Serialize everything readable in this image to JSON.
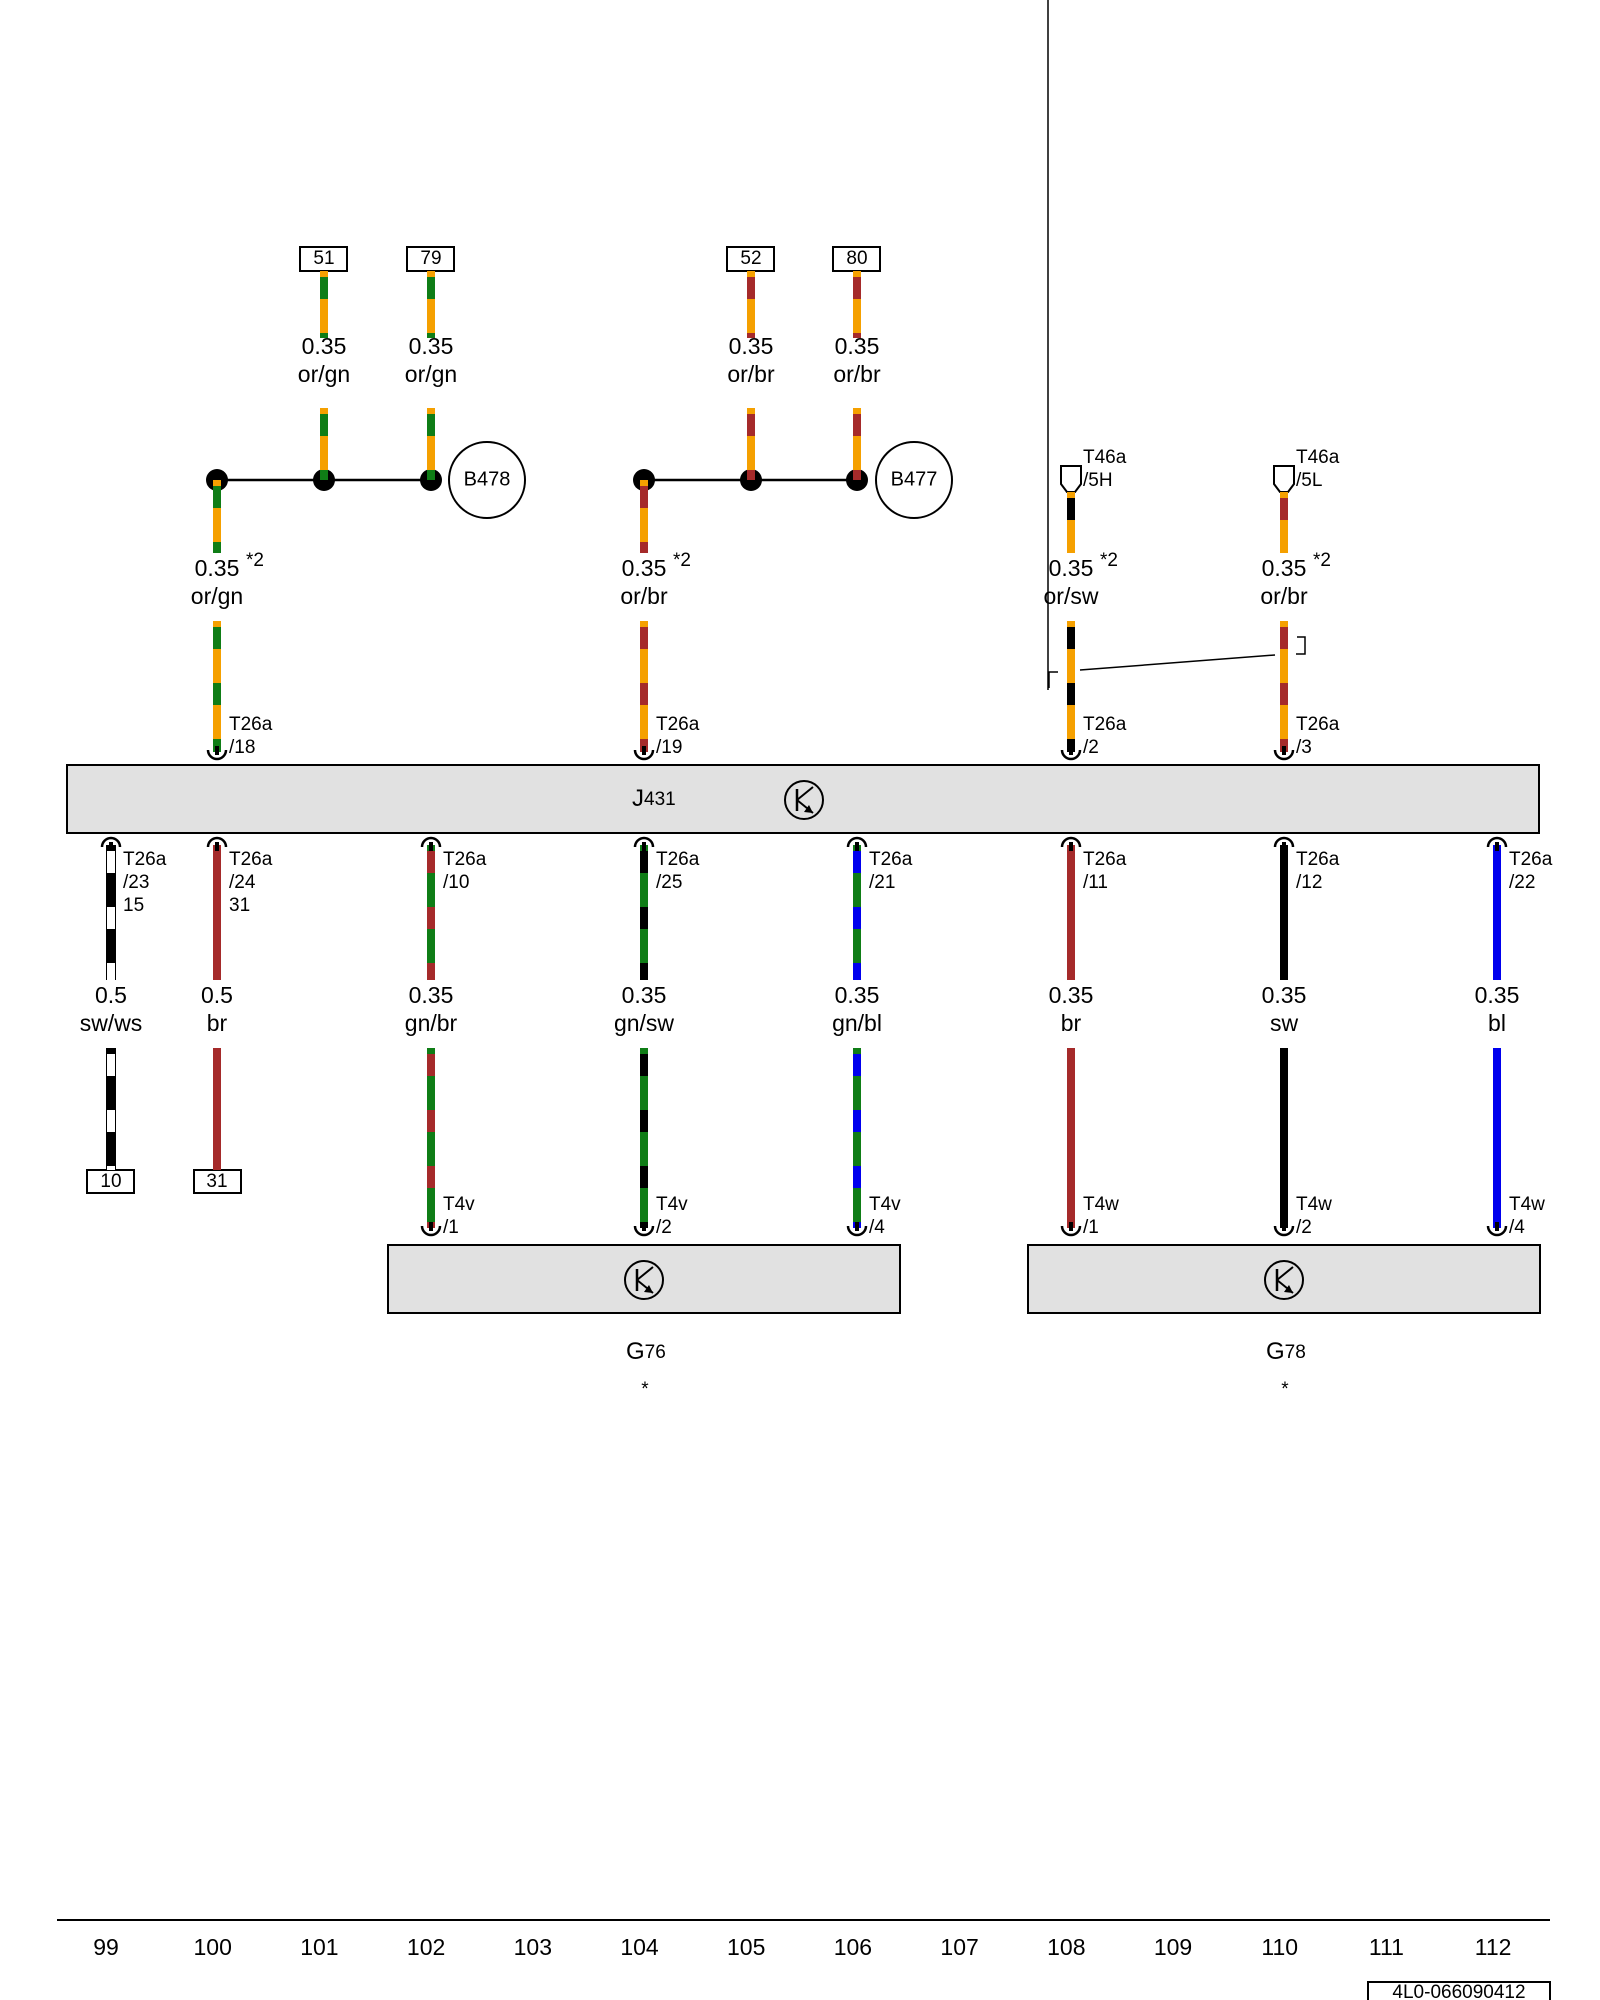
{
  "colors": {
    "or": "#f5a000",
    "gn": "#0f7d16",
    "br": "#a52a2a",
    "sw": "#000000",
    "bl": "#0000ee",
    "ws": "#ffffff",
    "module_fill": "#e1e1e1"
  },
  "modules": {
    "j431": {
      "label_main": "J",
      "label_sub": "431"
    },
    "g76": {
      "label_main": "G",
      "label_sub": "76",
      "note": "*"
    },
    "g78": {
      "label_main": "G",
      "label_sub": "78",
      "note": "*"
    }
  },
  "splices": [
    {
      "id": "b478",
      "label": "B478"
    },
    {
      "id": "b477",
      "label": "B477"
    }
  ],
  "top_refs": [
    {
      "box": "51",
      "size": "0.35",
      "color": "or/gn"
    },
    {
      "box": "79",
      "size": "0.35",
      "color": "or/gn"
    },
    {
      "box": "52",
      "size": "0.35",
      "color": "or/br"
    },
    {
      "box": "80",
      "size": "0.35",
      "color": "or/br"
    }
  ],
  "j431_inputs": [
    {
      "size": "0.35",
      "note": "*2",
      "color": "or/gn",
      "connector": "T26a",
      "pin": "/18"
    },
    {
      "size": "0.35",
      "note": "*2",
      "color": "or/br",
      "connector": "T26a",
      "pin": "/19"
    },
    {
      "size": "0.35",
      "note": "*2",
      "color": "or/sw",
      "connector": "T26a",
      "pin": "/2",
      "source_connector": "T46a",
      "source_pin": "/5H"
    },
    {
      "size": "0.35",
      "note": "*2",
      "color": "or/br",
      "connector": "T26a",
      "pin": "/3",
      "source_connector": "T46a",
      "source_pin": "/5L"
    }
  ],
  "j431_outputs": [
    {
      "connector": "T26a",
      "pin": "/23",
      "extra": "15",
      "size": "0.5",
      "color": "sw/ws",
      "dest_box": "10"
    },
    {
      "connector": "T26a",
      "pin": "/24",
      "extra": "31",
      "size": "0.5",
      "color": "br",
      "dest_box": "31"
    },
    {
      "connector": "T26a",
      "pin": "/10",
      "size": "0.35",
      "color": "gn/br",
      "dest_connector": "T4v",
      "dest_pin": "/1"
    },
    {
      "connector": "T26a",
      "pin": "/25",
      "size": "0.35",
      "color": "gn/sw",
      "dest_connector": "T4v",
      "dest_pin": "/2"
    },
    {
      "connector": "T26a",
      "pin": "/21",
      "size": "0.35",
      "color": "gn/bl",
      "dest_connector": "T4v",
      "dest_pin": "/4"
    },
    {
      "connector": "T26a",
      "pin": "/11",
      "size": "0.35",
      "color": "br",
      "dest_connector": "T4w",
      "dest_pin": "/1"
    },
    {
      "connector": "T26a",
      "pin": "/12",
      "size": "0.35",
      "color": "sw",
      "dest_connector": "T4w",
      "dest_pin": "/2"
    },
    {
      "connector": "T26a",
      "pin": "/22",
      "size": "0.35",
      "color": "bl",
      "dest_connector": "T4w",
      "dest_pin": "/4"
    }
  ],
  "footer": {
    "columns": [
      "99",
      "100",
      "101",
      "102",
      "103",
      "104",
      "105",
      "106",
      "107",
      "108",
      "109",
      "110",
      "111",
      "112"
    ],
    "doc_id": "4L0-066090412"
  }
}
